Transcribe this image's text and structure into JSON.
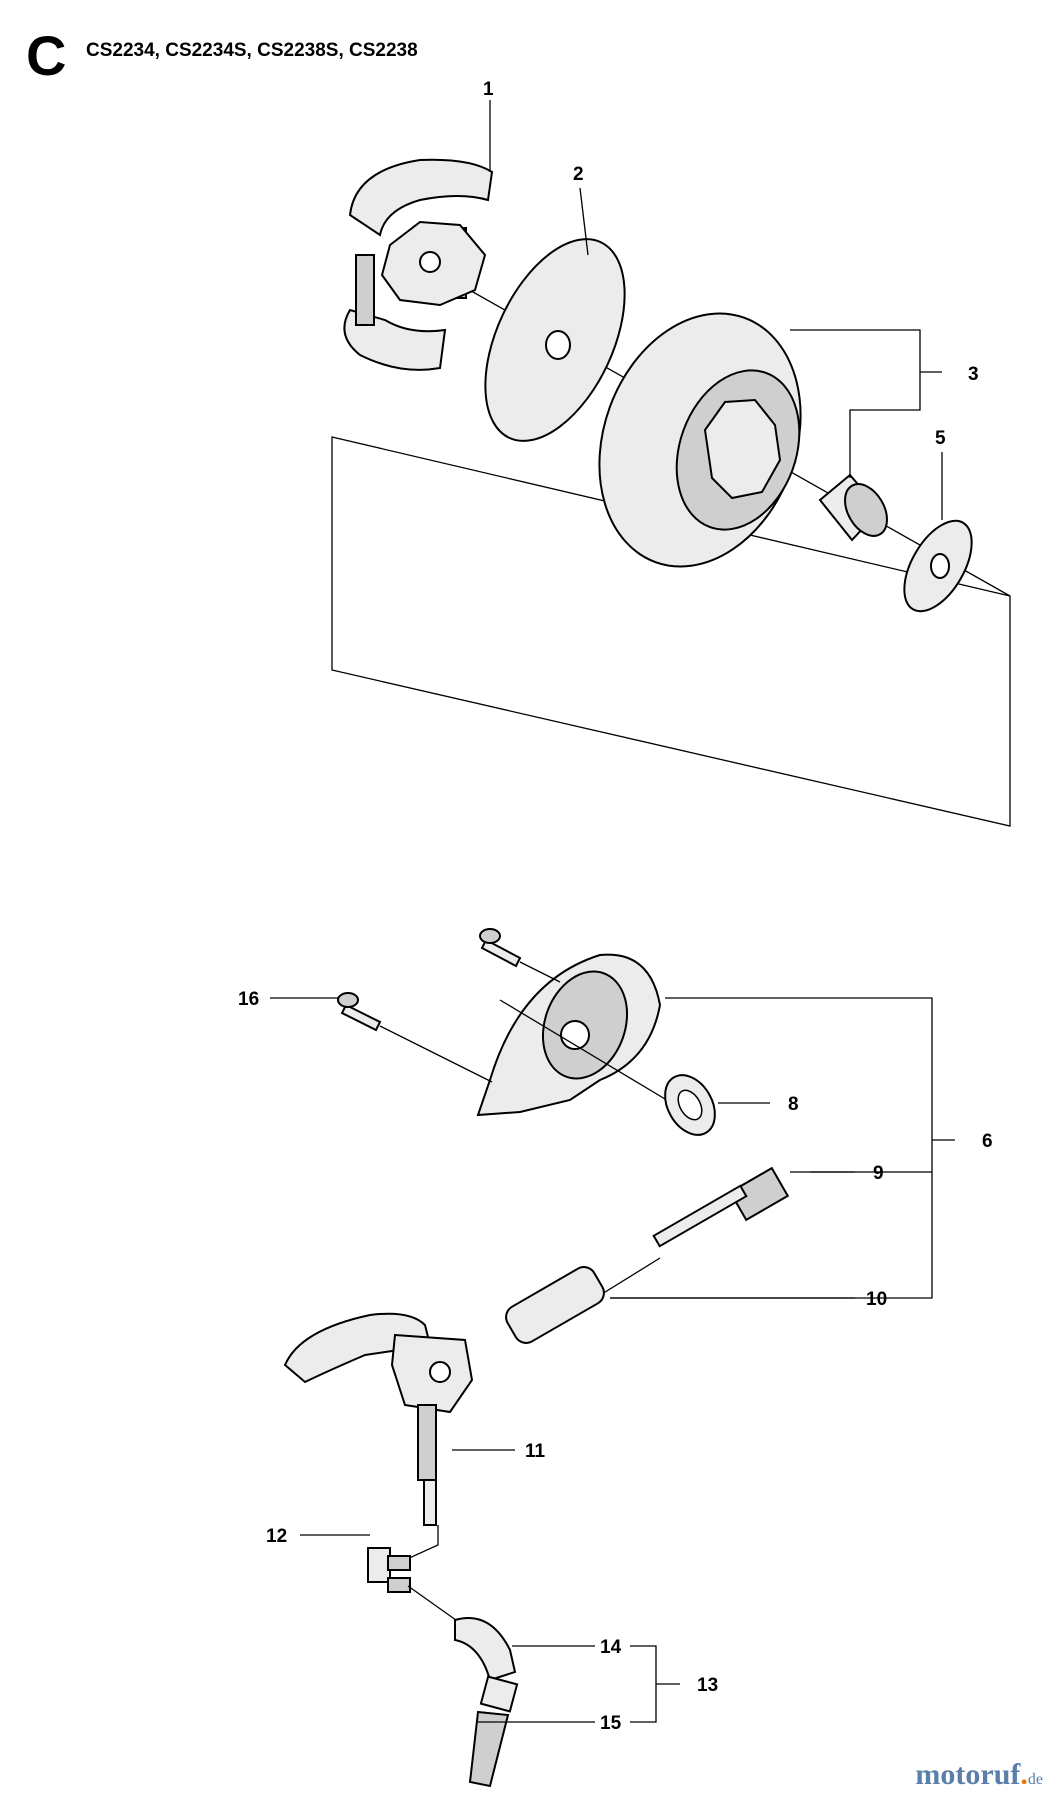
{
  "header": {
    "section_letter": "C",
    "models": "CS2234, CS2234S, CS2238S, CS2238"
  },
  "callouts": {
    "c1": "1",
    "c2": "2",
    "c3": "3",
    "c5": "5",
    "c6": "6",
    "c8": "8",
    "c9": "9",
    "c10": "10",
    "c11": "11",
    "c12": "12",
    "c13": "13",
    "c14": "14",
    "c15": "15",
    "c16": "16"
  },
  "watermark": {
    "brand": "motoruf",
    "tld": "de"
  }
}
